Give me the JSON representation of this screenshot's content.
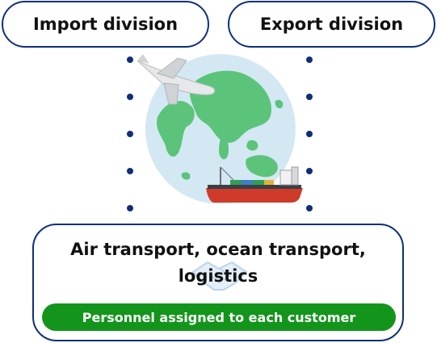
{
  "import_division": {
    "label": "Import division"
  },
  "export_division": {
    "label": "Export division"
  },
  "services": {
    "line1": "Air transport, ocean transport,",
    "line2": "logistics",
    "personnel": "Personnel assigned to each customer"
  },
  "icons": [
    "airplane-icon",
    "globe-icon",
    "cargo-ship-icon",
    "handshake-icon"
  ],
  "colors": {
    "border": "#0f2f7a",
    "green_bar": "#13951b",
    "globe_ocean": "#d3e8f3",
    "globe_land": "#5bc47a",
    "ship_hull": "#cf3b2a"
  }
}
